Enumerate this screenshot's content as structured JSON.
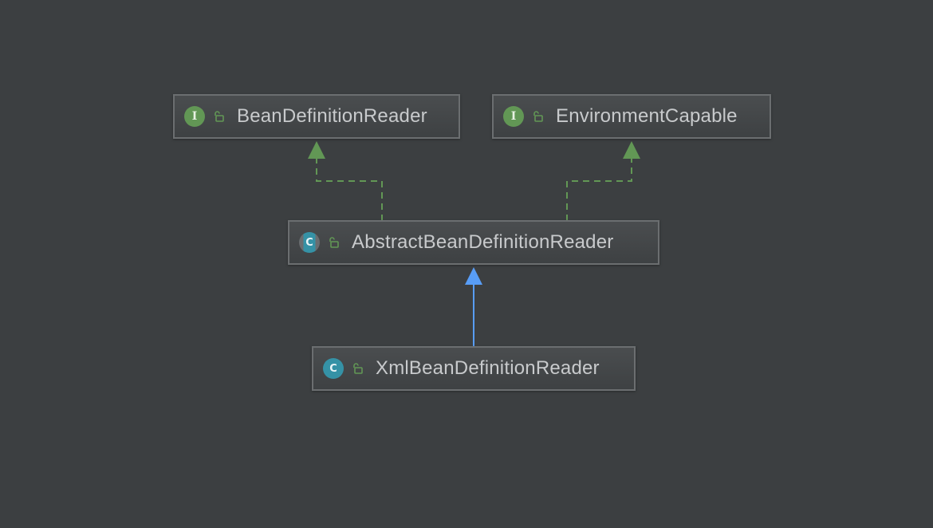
{
  "diagram": {
    "nodes": [
      {
        "id": "bean-definition-reader",
        "kind": "interface",
        "kind_letter": "I",
        "access_icon": "unlocked-icon",
        "label": "BeanDefinitionReader"
      },
      {
        "id": "environment-capable",
        "kind": "interface",
        "kind_letter": "I",
        "access_icon": "unlocked-icon",
        "label": "EnvironmentCapable"
      },
      {
        "id": "abstract-bean-definition-reader",
        "kind": "abstract-class",
        "kind_letter": "C",
        "access_icon": "unlocked-icon",
        "label": "AbstractBeanDefinitionReader"
      },
      {
        "id": "xml-bean-definition-reader",
        "kind": "class",
        "kind_letter": "C",
        "access_icon": "unlocked-icon",
        "label": "XmlBeanDefinitionReader"
      }
    ],
    "edges": [
      {
        "from": "abstract-bean-definition-reader",
        "to": "bean-definition-reader",
        "type": "implements"
      },
      {
        "from": "abstract-bean-definition-reader",
        "to": "environment-capable",
        "type": "implements"
      },
      {
        "from": "xml-bean-definition-reader",
        "to": "abstract-bean-definition-reader",
        "type": "extends"
      }
    ],
    "colors": {
      "background": "#3c3f41",
      "implements_edge": "#629755",
      "extends_edge": "#589df6",
      "interface_icon": "#629755",
      "class_icon": "#3592a6",
      "label_text": "#c8cacc"
    }
  }
}
